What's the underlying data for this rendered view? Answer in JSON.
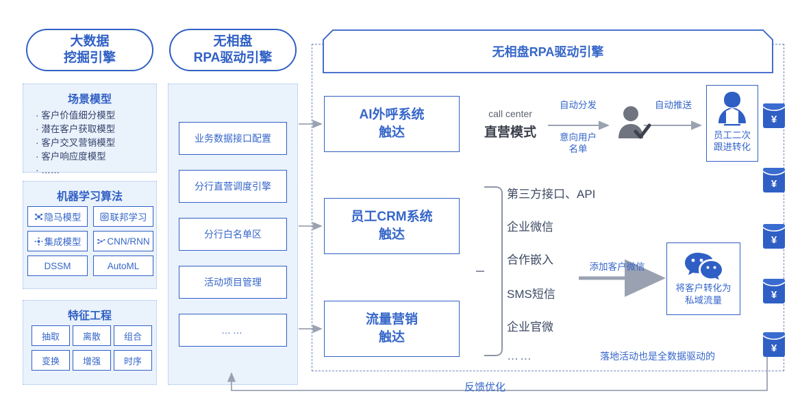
{
  "columns": {
    "bigdata": {
      "pill_line1": "大数据",
      "pill_line2": "挖掘引擎",
      "scene": {
        "title": "场景模型",
        "items": [
          "· 客户价值细分模型",
          "· 潜在客户获取模型",
          "· 客户交叉营销模型",
          "· 客户响应度模型",
          "· ……"
        ]
      },
      "ml": {
        "title": "机器学习算法",
        "chips": [
          {
            "label": "隐马模型",
            "icon": "hmm-icon"
          },
          {
            "label": "联邦学习",
            "icon": "federated-icon"
          },
          {
            "label": "集成模型",
            "icon": "ensemble-icon"
          },
          {
            "label": "CNN/RNN",
            "icon": "neuralnet-icon"
          },
          {
            "label": "DSSM",
            "icon": ""
          },
          {
            "label": "AutoML",
            "icon": ""
          }
        ]
      },
      "fe": {
        "title": "特征工程",
        "chips": [
          "抽取",
          "离散",
          "组合",
          "变换",
          "增强",
          "时序"
        ]
      }
    },
    "rpa": {
      "pill_line1": "无相盘",
      "pill_line2": "RPA驱动引擎",
      "items": [
        "业务数据接口配置",
        "分行直营调度引擎",
        "分行白名单区",
        "活动项目管理",
        "……"
      ]
    }
  },
  "banner": {
    "title": "无相盘RPA驱动引擎"
  },
  "channels_boxes": [
    {
      "line1": "AI外呼系统",
      "line2": "触达"
    },
    {
      "line1": "员工CRM系统",
      "line2": "触达"
    },
    {
      "line1": "流量营销",
      "line2": "触达"
    }
  ],
  "callcenter": {
    "label_en": "call center",
    "label_cn": "直营模式"
  },
  "arrows": {
    "auto_dispatch": "自动分发",
    "intent_list_1": "意向用户",
    "intent_list_2": "名单",
    "auto_push": "自动推送",
    "add_wechat": "添加客户微信",
    "feedback": "反馈优化"
  },
  "employee_card": {
    "line1": "员工二次",
    "line2": "跟进转化",
    "icon": "employee-icon"
  },
  "wechat_card": {
    "line1": "将客户转化为",
    "line2": "私域流量",
    "icon": "wechat-icon"
  },
  "channel_list": [
    "第三方接口、API",
    "企业微信",
    "合作嵌入",
    "SMS短信",
    "企业官微",
    "……"
  ],
  "footer_note": "落地活动也是全数据驱动的",
  "envelopes": [
    {
      "icon": "red-envelope-icon",
      "symbol": "¥"
    },
    {
      "icon": "red-envelope-icon",
      "symbol": "¥"
    },
    {
      "icon": "red-envelope-icon",
      "symbol": "¥"
    },
    {
      "icon": "red-envelope-icon",
      "symbol": "¥"
    },
    {
      "icon": "red-envelope-icon",
      "symbol": "¥"
    }
  ],
  "colors": {
    "primary_blue": "#2f5fc4",
    "text_blue": "#3566c9",
    "panel_fill": "#eaf2fc",
    "panel_border": "#9dbbe6",
    "grey_arrow": "#9aa2b1",
    "dark_grey": "#6f7480"
  }
}
